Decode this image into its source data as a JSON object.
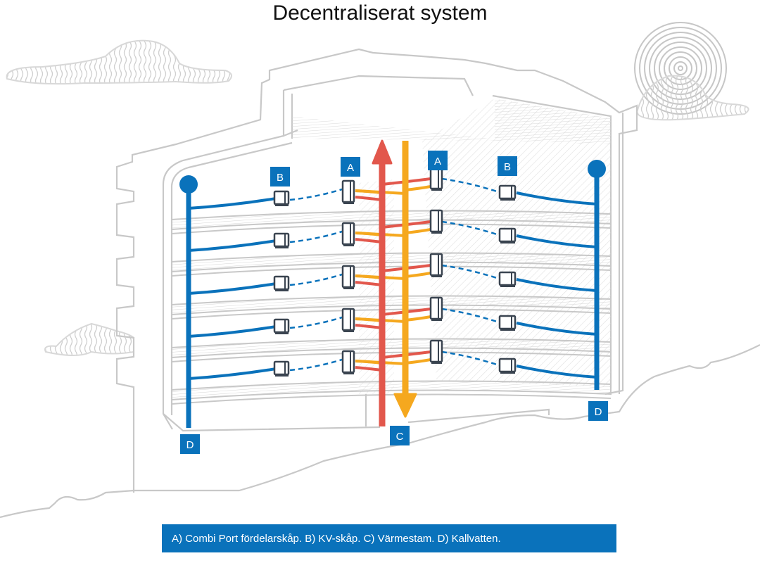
{
  "title": "Decentraliserat system",
  "caption": "A) Combi Port fördelarskåp. B) KV-skåp. C) Värmestam. D) Kallvatten.",
  "colors": {
    "label_bg": "#0a72bb",
    "cold_water": "#0a72bb",
    "heat_supply": "#e2574c",
    "heat_return": "#f5a81f",
    "outline": "#c8c8c8",
    "cabinet": "#3a4450"
  },
  "legend": [
    {
      "key": "A",
      "text": "Combi Port fördelarskåp"
    },
    {
      "key": "B",
      "text": "KV-skåp"
    },
    {
      "key": "C",
      "text": "Värmestam"
    },
    {
      "key": "D",
      "text": "Kallvatten"
    }
  ],
  "labels": [
    {
      "id": "label-b-left",
      "text": "B"
    },
    {
      "id": "label-a-left",
      "text": "A"
    },
    {
      "id": "label-a-right",
      "text": "A"
    },
    {
      "id": "label-b-right",
      "text": "B"
    },
    {
      "id": "label-d-left",
      "text": "D"
    },
    {
      "id": "label-c",
      "text": "C"
    },
    {
      "id": "label-d-right",
      "text": "D"
    }
  ],
  "floors": 5
}
